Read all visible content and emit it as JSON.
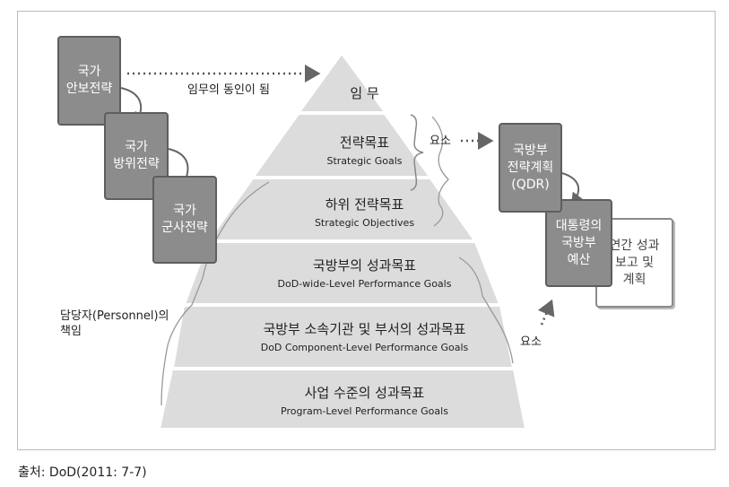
{
  "left_boxes": [
    {
      "line1": "국가",
      "line2": "안보전략"
    },
    {
      "line1": "국가",
      "line2": "방위전략"
    },
    {
      "line1": "국가",
      "line2": "군사전략"
    }
  ],
  "mission_label": "임무의 동인이 됨",
  "pyramid": [
    {
      "ko": "임 무",
      "en": ""
    },
    {
      "ko": "전략목표",
      "en": "Strategic Goals"
    },
    {
      "ko": "하위 전략목표",
      "en": "Strategic Objectives"
    },
    {
      "ko": "국방부의 성과목표",
      "en": "DoD-wide-Level Performance Goals"
    },
    {
      "ko": "국방부 소속기관 및 부서의 성과목표",
      "en": "DoD Component-Level Performance Goals"
    },
    {
      "ko": "사업 수준의 성과목표",
      "en": "Program-Level Performance Goals"
    }
  ],
  "element_label_top": "요소",
  "element_label_bottom": "요소",
  "personnel_label": {
    "line1": "담당자(Personnel)의",
    "line2": "책임"
  },
  "right_boxes": [
    {
      "line1": "국방부",
      "line2": "전략계획",
      "line3": "(QDR)"
    },
    {
      "line1": "대통령의",
      "line2": "국방부",
      "line3": "예산"
    },
    {
      "line1": "연간 성과",
      "line2": "보고 및",
      "line3": "계획"
    }
  ],
  "source": "출처: DoD(2011: 7-7)",
  "colors": {
    "box_fill": "#8c8c8c",
    "pyramid_fill": "#dcdcdc",
    "stroke": "#666666"
  }
}
